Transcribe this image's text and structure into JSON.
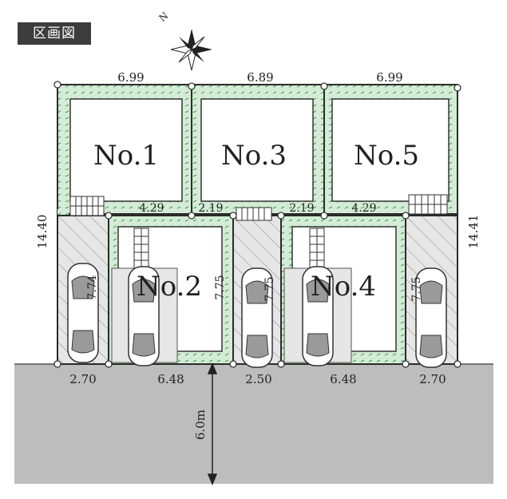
{
  "title": "区画図",
  "compass": {
    "north_label": "N",
    "icon": "compass-rose-icon"
  },
  "lots": {
    "no1": "No.1",
    "no2": "No.2",
    "no3": "No.3",
    "no4": "No.4",
    "no5": "No.5"
  },
  "dimensions": {
    "top_left": "6.99",
    "top_mid": "6.89",
    "top_right": "6.99",
    "left_side": "14.40",
    "right_side": "14.41",
    "mid_a": "4.29",
    "mid_b": "2.19",
    "mid_c": "2.19",
    "mid_d": "4.29",
    "bottom_1": "2.70",
    "bottom_2": "6.48",
    "bottom_3": "2.50",
    "bottom_4": "6.48",
    "bottom_5": "2.70",
    "drive_1": "7.74",
    "drive_2": "7.75",
    "drive_3": "7.75",
    "drive_4": "7.75",
    "road_width": "6.0m"
  },
  "colors": {
    "hedge": "#d4ecd6",
    "hedge_dot": "#4a9a58",
    "road": "#bdbdbd",
    "driveway": "#e8e8e8",
    "outline": "#2a2a2a"
  }
}
